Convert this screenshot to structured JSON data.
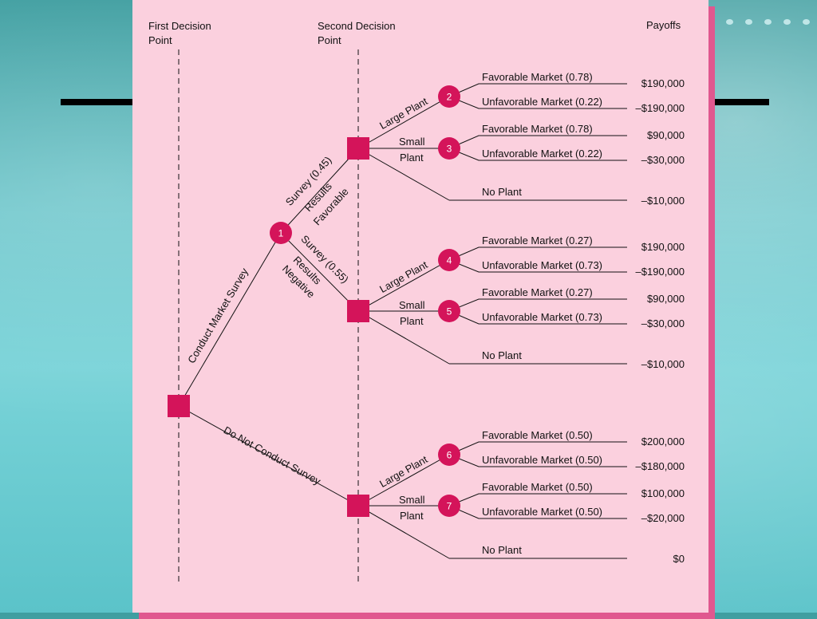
{
  "headers": {
    "first_line1": "First Decision",
    "first_line2": "Point",
    "second_line1": "Second Decision",
    "second_line2": "Point",
    "payoffs": "Payoffs"
  },
  "branches": {
    "conduct": "Conduct Market Survey",
    "do_not": "Do Not Conduct Survey",
    "fav_line1": "Survey (0.45)",
    "fav_line2": "Results",
    "fav_line3": "Favorable",
    "neg_line1": "Survey (0.55)",
    "neg_line2": "Results",
    "neg_line3": "Negative",
    "large_plant": "Large Plant",
    "small": "Small",
    "plant": "Plant",
    "no_plant": "No Plant"
  },
  "nodes": [
    "1",
    "2",
    "3",
    "4",
    "5",
    "6",
    "7"
  ],
  "outcomes": {
    "2": {
      "fav": "Favorable Market (0.78)",
      "unfav": "Unfavorable Market (0.22)",
      "fav_pay": "$190,000",
      "unfav_pay": "–$190,000"
    },
    "3": {
      "fav": "Favorable Market (0.78)",
      "unfav": "Unfavorable Market (0.22)",
      "fav_pay": "$90,000",
      "unfav_pay": "–$30,000"
    },
    "4": {
      "fav": "Favorable Market (0.27)",
      "unfav": "Unfavorable Market (0.73)",
      "fav_pay": "$190,000",
      "unfav_pay": "–$190,000"
    },
    "5": {
      "fav": "Favorable Market (0.27)",
      "unfav": "Unfavorable Market (0.73)",
      "fav_pay": "$90,000",
      "unfav_pay": "–$30,000"
    },
    "6": {
      "fav": "Favorable Market (0.50)",
      "unfav": "Unfavorable Market (0.50)",
      "fav_pay": "$200,000",
      "unfav_pay": "–$180,000"
    },
    "7": {
      "fav": "Favorable Market (0.50)",
      "unfav": "Unfavorable Market (0.50)",
      "fav_pay": "$100,000",
      "unfav_pay": "–$20,000"
    }
  },
  "no_plant_payoffs": [
    "–$10,000",
    "–$10,000",
    "$0"
  ],
  "colors": {
    "node": "#d4145a",
    "line": "#111111",
    "panel": "#fbd0de",
    "panel_edge": "#e0588f"
  }
}
